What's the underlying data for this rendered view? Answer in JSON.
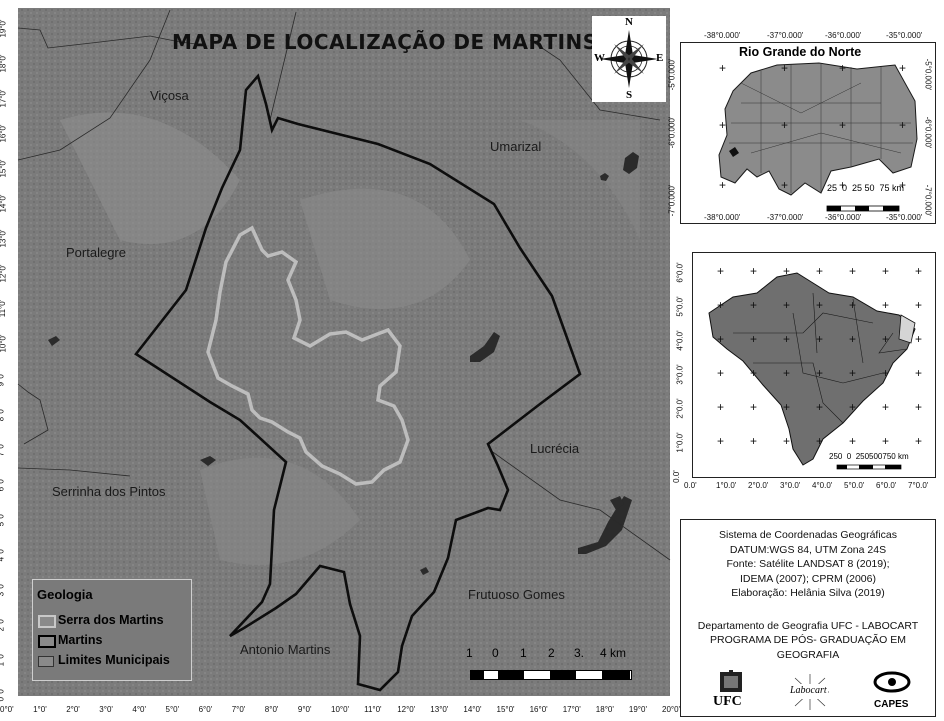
{
  "main_map": {
    "title": "MAPA DE LOCALIZAÇÃO DE MARTINS",
    "places": {
      "vicosa": "Viçosa",
      "umarizal": "Umarizal",
      "portalegre": "Portalegre",
      "lucrecia": "Lucrécia",
      "serrinha": "Serrinha dos Pintos",
      "frutuoso": "Frutuoso Gomes",
      "antonio": "Antonio Martins"
    },
    "compass": {
      "n": "N",
      "s": "S",
      "e": "E",
      "w": "W"
    },
    "scale": {
      "labels": [
        "1",
        "0",
        "1",
        "2",
        "3.",
        "4 km"
      ]
    },
    "left_ticks": [
      "19°0'",
      "18°0'",
      "17°0'",
      "16°0'",
      "15°0'",
      "14°0'",
      "13°0'",
      "12°0'",
      "11°0'",
      "10°0'",
      "9°0'",
      "8°0'",
      "7°0'",
      "6°0'",
      "5°0'",
      "4°0'",
      "3°0'",
      "2°0'",
      "1°0'",
      "0°0'"
    ],
    "bottom_ticks": [
      "0°0'",
      "1°0'",
      "2°0'",
      "3°0'",
      "4°0'",
      "5°0'",
      "6°0'",
      "7°0'",
      "8°0'",
      "9°0'",
      "10°0'",
      "11°0'",
      "12°0'",
      "13°0'",
      "14°0'",
      "15°0'",
      "16°0'",
      "17°0'",
      "18°0'",
      "19°0'",
      "20°0'"
    ],
    "legend": {
      "title": "Geologia",
      "items": [
        "Serra dos Martins",
        "Martins",
        "Limites Municipais"
      ]
    }
  },
  "rn_inset": {
    "title": "Rio Grande do Norte",
    "top_ticks": [
      "-38°0.000'",
      "-37°0.000'",
      "-36°0.000'",
      "-35°0.000'"
    ],
    "bottom_ticks": [
      "-38°0.000'",
      "-37°0.000'",
      "-36°0.000'",
      "-35°0.000'"
    ],
    "left_ticks": [
      "-5°0.000'",
      "-6°0.000'",
      "-7°0.000'"
    ],
    "right_ticks": [
      "-5°0.000'",
      "-6°0.000'",
      "-7°0.000'"
    ],
    "scale": "25  0  25 50  75 km"
  },
  "brazil_inset": {
    "left_ticks": [
      "6°0.0'",
      "5°0.0'",
      "4°0.0'",
      "3°0.0'",
      "2°0.0'",
      "1°0.0'",
      "0.0'"
    ],
    "bottom_ticks": [
      "0.0'",
      "1°0.0'",
      "2°0.0'",
      "3°0.0'",
      "4°0.0'",
      "5°0.0'",
      "6°0.0'",
      "7°0.0'"
    ],
    "scale": "250  0  250500750 km"
  },
  "credits": {
    "lines": [
      "Sistema de Coordenadas Geográficas",
      "DATUM:WGS 84, UTM Zona 24S",
      "Fonte: Satélite LANDSAT 8 (2019);",
      "IDEMA (2007); CPRM (2006)",
      "Elaboração: Helânia Silva (2019)"
    ],
    "dept": [
      "Departamento de Geografia UFC - LABOCART",
      "PROGRAMA DE PÓS- GRADUAÇÃO EM",
      "GEOGRAFIA"
    ],
    "logos": {
      "ufc": "UFC",
      "labocart": "Labocart",
      "capes": "CAPES"
    }
  }
}
